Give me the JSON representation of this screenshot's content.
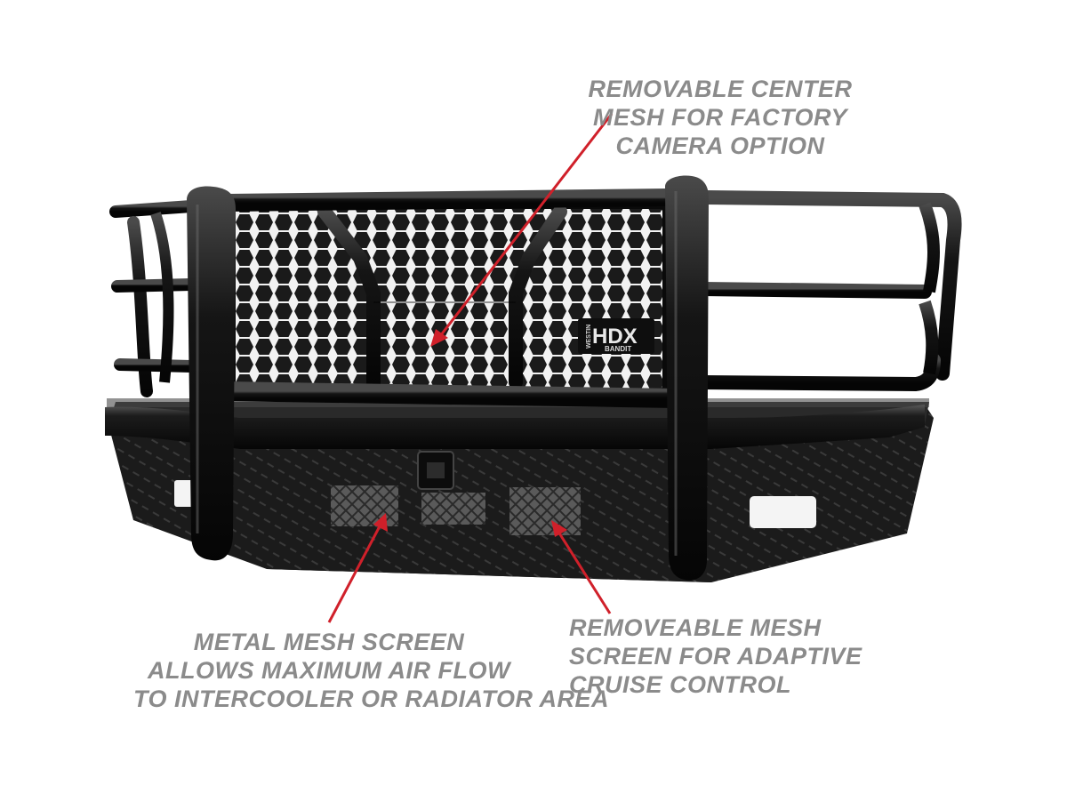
{
  "callouts": {
    "center_mesh": [
      "REMOVABLE CENTER",
      "MESH FOR FACTORY",
      "CAMERA OPTION"
    ],
    "metal_mesh": [
      "METAL MESH SCREEN",
      "ALLOWS MAXIMUM AIR FLOW",
      "TO INTERCOOLER OR RADIATOR AREA"
    ],
    "adaptive_mesh": [
      "REMOVEABLE MESH",
      "SCREEN FOR ADAPTIVE",
      "CRUISE CONTROL"
    ]
  },
  "badge": {
    "brand": "WESTIN",
    "model": "HDX",
    "sub": "BANDIT"
  },
  "colors": {
    "arrow": "#d0202a",
    "text": "#8b8b8b",
    "steel": "#141414"
  }
}
